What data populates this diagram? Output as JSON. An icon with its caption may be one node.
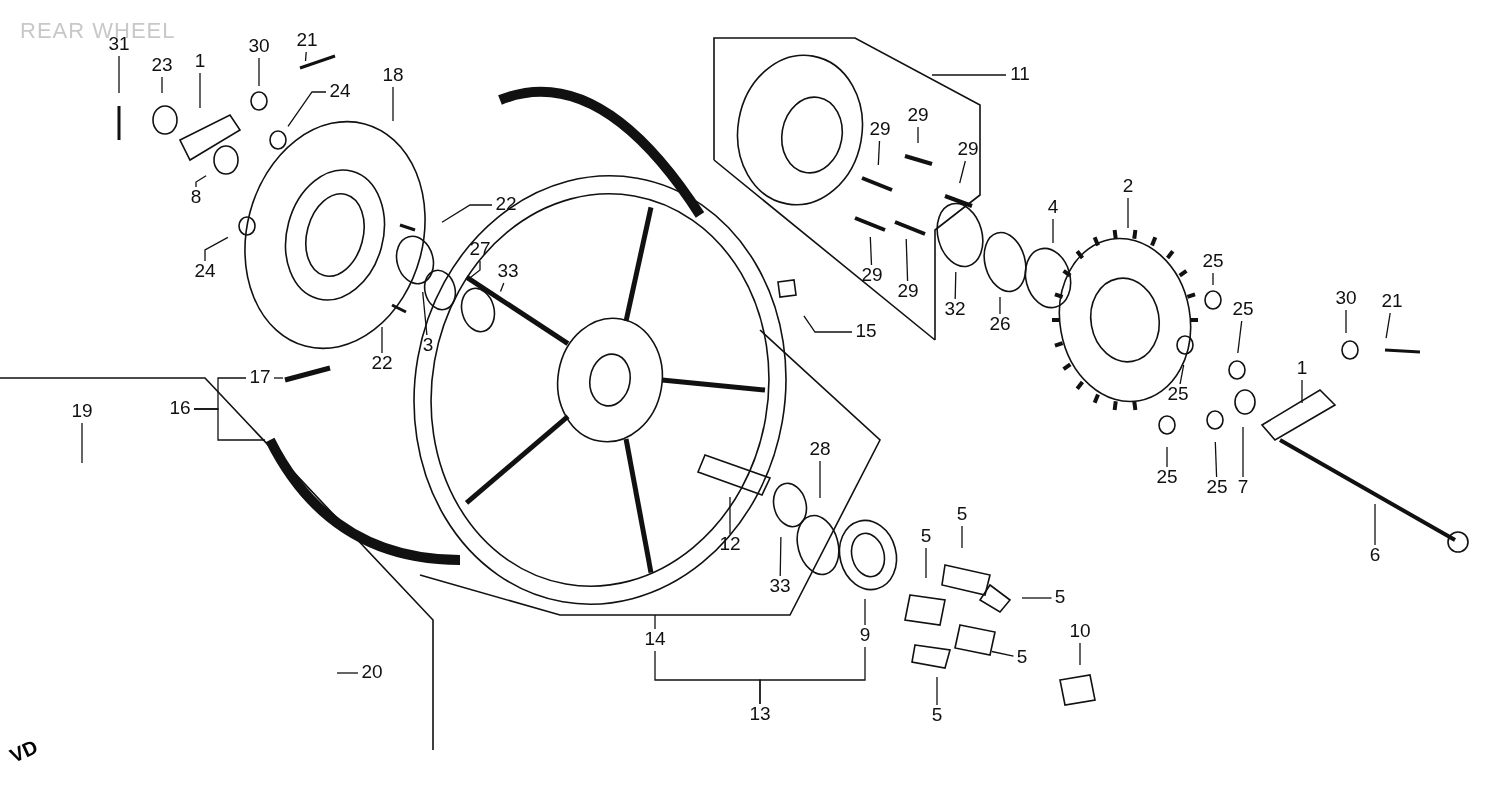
{
  "diagram": {
    "title": "REAR WHEEL",
    "nodes": [
      {
        "text": [
          "31"
        ]
      },
      {
        "text": [
          "23"
        ]
      },
      {
        "text": [
          "1"
        ]
      },
      {
        "text": [
          "30"
        ]
      },
      {
        "text": [
          "21"
        ]
      },
      {
        "text": [
          "24"
        ]
      },
      {
        "text": [
          "18"
        ]
      },
      {
        "text": [
          "8"
        ]
      },
      {
        "text": [
          "24"
        ]
      },
      {
        "text": [
          "22"
        ]
      },
      {
        "text": [
          "27"
        ]
      },
      {
        "text": [
          "33"
        ]
      },
      {
        "text": [
          "22"
        ]
      },
      {
        "text": [
          "3"
        ]
      },
      {
        "text": [
          "17"
        ]
      },
      {
        "text": [
          "16"
        ]
      },
      {
        "text": [
          "19"
        ]
      },
      {
        "text": [
          "20"
        ]
      },
      {
        "text": [
          "11"
        ]
      },
      {
        "text": [
          "29"
        ]
      },
      {
        "text": [
          "29"
        ]
      },
      {
        "text": [
          "29"
        ]
      },
      {
        "text": [
          "29"
        ]
      },
      {
        "text": [
          "29"
        ]
      },
      {
        "text": [
          "32"
        ]
      },
      {
        "text": [
          "26"
        ]
      },
      {
        "text": [
          "4"
        ]
      },
      {
        "text": [
          "2"
        ]
      },
      {
        "text": [
          "15"
        ]
      },
      {
        "text": [
          "25"
        ]
      },
      {
        "text": [
          "25"
        ]
      },
      {
        "text": [
          "25"
        ]
      },
      {
        "text": [
          "25"
        ]
      },
      {
        "text": [
          "25"
        ]
      },
      {
        "text": [
          "7"
        ]
      },
      {
        "text": [
          "1"
        ]
      },
      {
        "text": [
          "30"
        ]
      },
      {
        "text": [
          "21"
        ]
      },
      {
        "text": [
          "6"
        ]
      },
      {
        "text": [
          "28"
        ]
      },
      {
        "text": [
          "12"
        ]
      },
      {
        "text": [
          "33"
        ]
      },
      {
        "text": [
          "9"
        ]
      },
      {
        "text": [
          "14"
        ]
      },
      {
        "text": [
          "13"
        ]
      },
      {
        "text": [
          "5"
        ]
      },
      {
        "text": [
          "5"
        ]
      },
      {
        "text": [
          "5"
        ]
      },
      {
        "text": [
          "5"
        ]
      },
      {
        "text": [
          "5"
        ]
      },
      {
        "text": [
          "10"
        ]
      }
    ],
    "edges": [
      {
        "from": 0,
        "to": null,
        "arrow": "none"
      },
      {
        "from": 1,
        "to": null,
        "arrow": "none"
      },
      {
        "from": 2,
        "to": null,
        "arrow": "none"
      },
      {
        "from": 3,
        "to": null,
        "arrow": "none"
      },
      {
        "from": 4,
        "to": null,
        "arrow": "none"
      },
      {
        "from": 5,
        "to": null,
        "arrow": "none"
      },
      {
        "from": 6,
        "to": null,
        "arrow": "none"
      },
      {
        "from": 7,
        "to": null,
        "arrow": "none"
      },
      {
        "from": 8,
        "to": null,
        "arrow": "none"
      },
      {
        "from": 9,
        "to": null,
        "arrow": "none"
      },
      {
        "from": 10,
        "to": null,
        "arrow": "none"
      },
      {
        "from": 11,
        "to": null,
        "arrow": "none"
      },
      {
        "from": 12,
        "to": null,
        "arrow": "none"
      },
      {
        "from": 13,
        "to": null,
        "arrow": "none"
      },
      {
        "from": 14,
        "to": null,
        "arrow": "none"
      },
      {
        "from": 15,
        "to": 14,
        "arrow": "none"
      },
      {
        "from": 15,
        "to": null,
        "arrow": "none"
      },
      {
        "from": 16,
        "to": null,
        "arrow": "none"
      },
      {
        "from": 17,
        "to": null,
        "arrow": "none"
      },
      {
        "from": 18,
        "to": null,
        "arrow": "none"
      },
      {
        "from": 19,
        "to": null,
        "arrow": "none"
      },
      {
        "from": 20,
        "to": null,
        "arrow": "none"
      },
      {
        "from": 21,
        "to": null,
        "arrow": "none"
      },
      {
        "from": 22,
        "to": null,
        "arrow": "none"
      },
      {
        "from": 23,
        "to": null,
        "arrow": "none"
      },
      {
        "from": 24,
        "to": null,
        "arrow": "none"
      },
      {
        "from": 25,
        "to": null,
        "arrow": "none"
      },
      {
        "from": 26,
        "to": null,
        "arrow": "none"
      },
      {
        "from": 27,
        "to": null,
        "arrow": "none"
      },
      {
        "from": 28,
        "to": null,
        "arrow": "none"
      },
      {
        "from": 29,
        "to": null,
        "arrow": "none"
      },
      {
        "from": 30,
        "to": null,
        "arrow": "none"
      },
      {
        "from": 31,
        "to": null,
        "arrow": "none"
      },
      {
        "from": 32,
        "to": null,
        "arrow": "none"
      },
      {
        "from": 33,
        "to": null,
        "arrow": "none"
      },
      {
        "from": 34,
        "to": null,
        "arrow": "none"
      },
      {
        "from": 35,
        "to": null,
        "arrow": "none"
      },
      {
        "from": 36,
        "to": null,
        "arrow": "none"
      },
      {
        "from": 37,
        "to": null,
        "arrow": "none"
      },
      {
        "from": 38,
        "to": null,
        "arrow": "none"
      },
      {
        "from": 39,
        "to": null,
        "arrow": "none"
      },
      {
        "from": 40,
        "to": null,
        "arrow": "none"
      },
      {
        "from": 41,
        "to": null,
        "arrow": "none"
      },
      {
        "from": 42,
        "to": null,
        "arrow": "none"
      },
      {
        "from": 43,
        "to": null,
        "arrow": "none"
      },
      {
        "from": 44,
        "to": 43,
        "arrow": "none"
      },
      {
        "from": 44,
        "to": 42,
        "arrow": "none"
      },
      {
        "from": 45,
        "to": null,
        "arrow": "none"
      },
      {
        "from": 46,
        "to": null,
        "arrow": "none"
      },
      {
        "from": 47,
        "to": null,
        "arrow": "none"
      },
      {
        "from": 48,
        "to": null,
        "arrow": "none"
      },
      {
        "from": 49,
        "to": null,
        "arrow": "none"
      },
      {
        "from": 50,
        "to": null,
        "arrow": "none"
      }
    ],
    "labels": [
      "VD"
    ]
  }
}
